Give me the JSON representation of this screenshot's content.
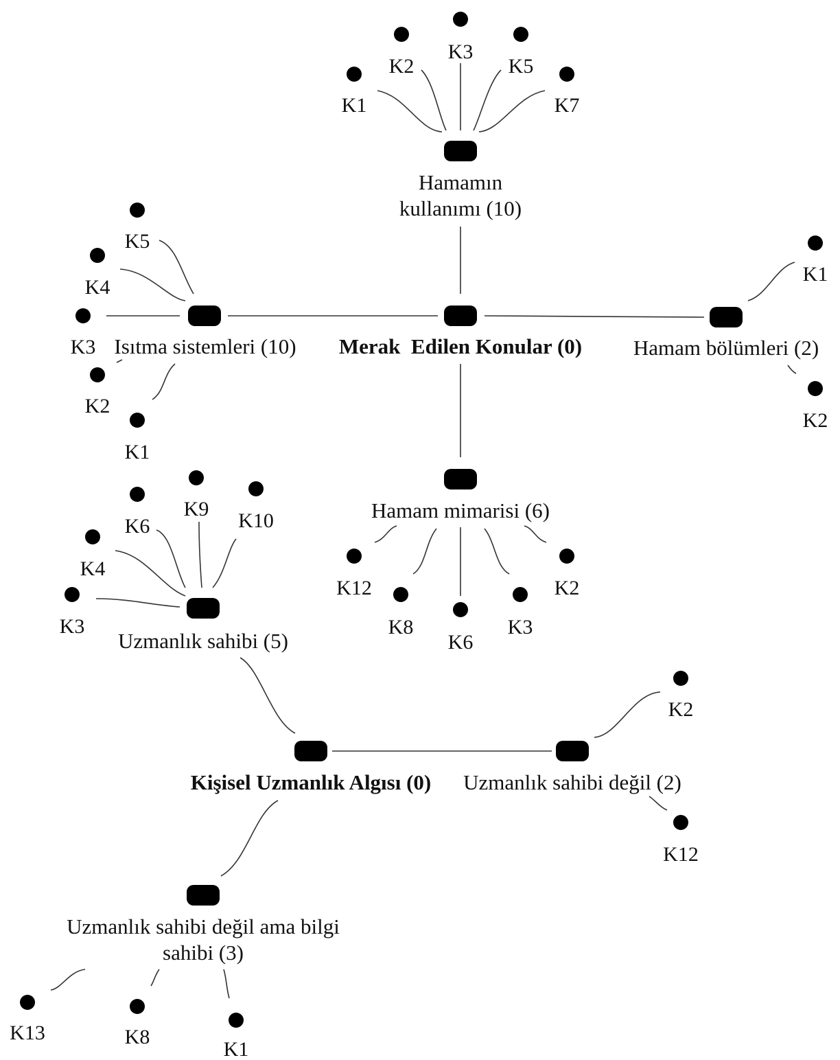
{
  "colors": {
    "accent": "#8a3656",
    "line": "#333333",
    "text": "#111111"
  },
  "icons": {
    "code": "code-box-icon",
    "case": "document-pin-icon"
  },
  "nodes": {
    "hamamin_kullanimi": {
      "label_line1": "Hamamın",
      "label_line2": "kullanımı (10)"
    },
    "merak_edilen_konular": {
      "label": "Merak  Edilen Konular (0)"
    },
    "isitma_sistemleri": {
      "label": "Isıtma sistemleri (10)"
    },
    "hamam_bolumleri": {
      "label": "Hamam bölümleri (2)"
    },
    "hamam_mimarisi": {
      "label": "Hamam mimarisi (6)"
    },
    "uzmanlik_sahibi": {
      "label": "Uzmanlık sahibi (5)"
    },
    "kisisel_uzmanlik_algisi": {
      "label": "Kişisel Uzmanlık Algısı (0)"
    },
    "uzmanlik_sahibi_degil": {
      "label": "Uzmanlık sahibi değil (2)"
    },
    "uzmanlik_sahibi_degil_ama_bilgi": {
      "label_line1": "Uzmanlık sahibi değil ama bilgi",
      "label_line2": "sahibi (3)"
    }
  },
  "cases": {
    "hamamin_kullanimi": [
      "K1",
      "K2",
      "K3",
      "K5",
      "K7"
    ],
    "isitma_sistemleri": [
      "K5",
      "K4",
      "K3",
      "K2",
      "K1"
    ],
    "hamam_bolumleri": [
      "K1",
      "K2"
    ],
    "hamam_mimarisi": [
      "K12",
      "K8",
      "K6",
      "K3",
      "K2"
    ],
    "uzmanlik_sahibi": [
      "K6",
      "K9",
      "K10",
      "K4",
      "K3"
    ],
    "uzmanlik_sahibi_degil": [
      "K2",
      "K12"
    ],
    "uzmanlik_sahibi_degil_ama_bilgi": [
      "K13",
      "K8",
      "K1"
    ]
  }
}
